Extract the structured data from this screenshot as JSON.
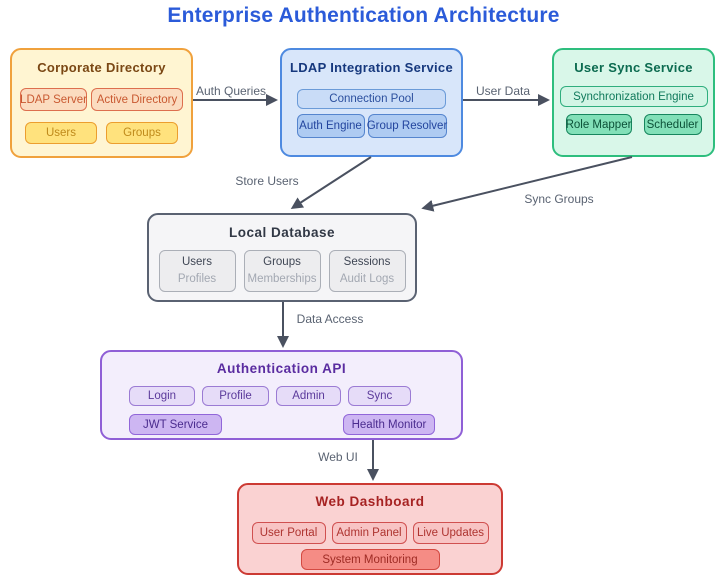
{
  "title": "Enterprise Authentication Architecture",
  "colors": {
    "title": "#2B5BD9",
    "arrow": "#4A5160",
    "edge_label": "#5A6372",
    "corporate_accent": "#F0A13C",
    "ldap_accent": "#4E8AE0",
    "sync_accent": "#2EBE7E",
    "database_accent": "#5A6272",
    "api_accent": "#8F5FD6",
    "dashboard_accent": "#CC3A33"
  },
  "edges": [
    {
      "label": "Auth Queries",
      "from": "corporate-directory",
      "to": "ldap-integration-service"
    },
    {
      "label": "User Data",
      "from": "ldap-integration-service",
      "to": "user-sync-service"
    },
    {
      "label": "Store Users",
      "from": "ldap-integration-service",
      "to": "local-database"
    },
    {
      "label": "Sync Groups",
      "from": "user-sync-service",
      "to": "local-database"
    },
    {
      "label": "Data Access",
      "from": "local-database",
      "to": "authentication-api"
    },
    {
      "label": "Web UI",
      "from": "authentication-api",
      "to": "web-dashboard"
    }
  ],
  "groups": [
    {
      "id": "corporate-directory",
      "title": "Corporate Directory",
      "items": [
        {
          "label": "LDAP Server"
        },
        {
          "label": "Active Directory"
        },
        {
          "label": "Users"
        },
        {
          "label": "Groups"
        }
      ]
    },
    {
      "id": "ldap-integration-service",
      "title": "LDAP Integration Service",
      "items": [
        {
          "label": "Connection Pool"
        },
        {
          "label": "Auth Engine"
        },
        {
          "label": "Group Resolver"
        }
      ]
    },
    {
      "id": "user-sync-service",
      "title": "User Sync Service",
      "items": [
        {
          "label": "Synchronization Engine"
        },
        {
          "label": "Role Mapper"
        },
        {
          "label": "Scheduler"
        }
      ]
    },
    {
      "id": "local-database",
      "title": "Local Database",
      "items": [
        {
          "line1": "Users",
          "line2": "Profiles"
        },
        {
          "line1": "Groups",
          "line2": "Memberships"
        },
        {
          "line1": "Sessions",
          "line2": "Audit Logs"
        }
      ]
    },
    {
      "id": "authentication-api",
      "title": "Authentication API",
      "items": [
        {
          "label": "Login"
        },
        {
          "label": "Profile"
        },
        {
          "label": "Admin"
        },
        {
          "label": "Sync"
        },
        {
          "label": "JWT Service"
        },
        {
          "label": "Health Monitor"
        }
      ]
    },
    {
      "id": "web-dashboard",
      "title": "Web Dashboard",
      "items": [
        {
          "label": "User Portal"
        },
        {
          "label": "Admin Panel"
        },
        {
          "label": "Live Updates"
        },
        {
          "label": "System Monitoring"
        }
      ]
    }
  ]
}
